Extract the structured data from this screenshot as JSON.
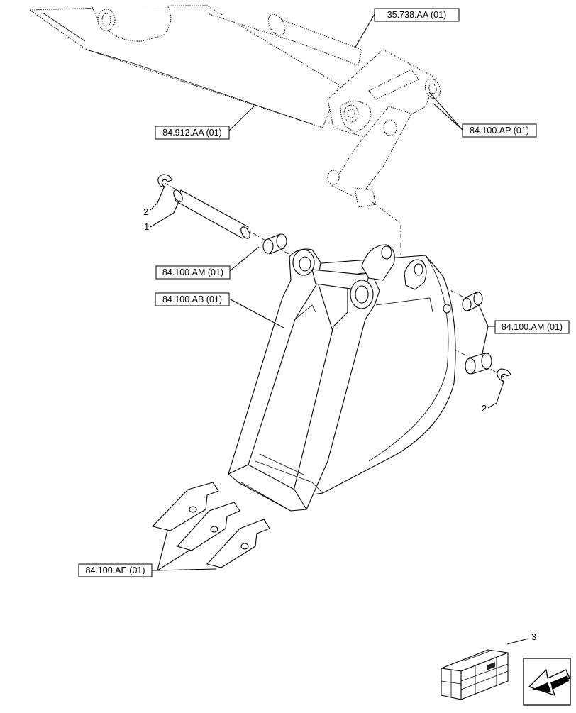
{
  "callouts": {
    "ref_35738": "35.738.AA (01)",
    "ref_84912": "84.912.AA (01)",
    "ref_84100ap": "84.100.AP (01)",
    "ref_84100am_left": "84.100.AM (01)",
    "ref_84100ab": "84.100.AB (01)",
    "ref_84100am_right": "84.100.AM (01)",
    "ref_84100ae": "84.100.AE (01)"
  },
  "item_numbers": {
    "clip_left": "2",
    "pin": "1",
    "clip_right": "2",
    "crate": "3"
  },
  "icons": [
    "shipping-crate-icon",
    "navigate-back-arrow-icon"
  ]
}
